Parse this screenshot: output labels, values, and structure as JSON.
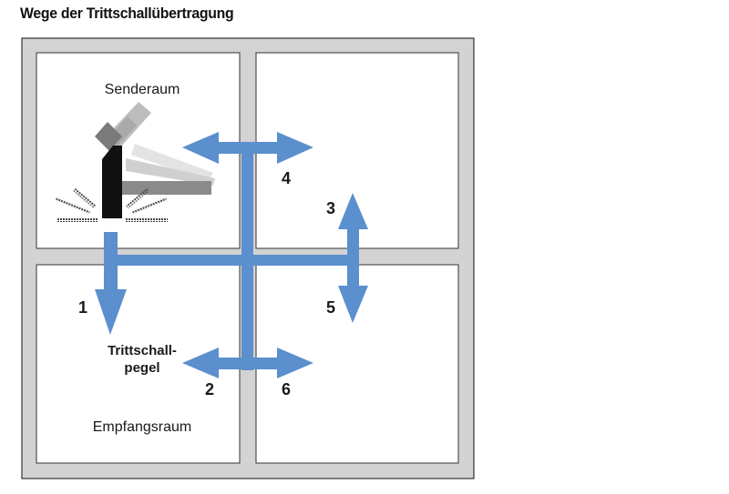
{
  "title": "Wege der Trittschallübertragung",
  "rooms": {
    "sender": "Senderaum",
    "receiver": "Empfangsraum"
  },
  "level_label": {
    "line1": "Trittschall-",
    "line2": "pegel"
  },
  "paths": [
    "1",
    "2",
    "3",
    "4",
    "5",
    "6"
  ],
  "colors": {
    "arrow": "#5b8fcd",
    "wall": "#d3d3d3",
    "outline": "#333333",
    "room": "#ffffff"
  }
}
